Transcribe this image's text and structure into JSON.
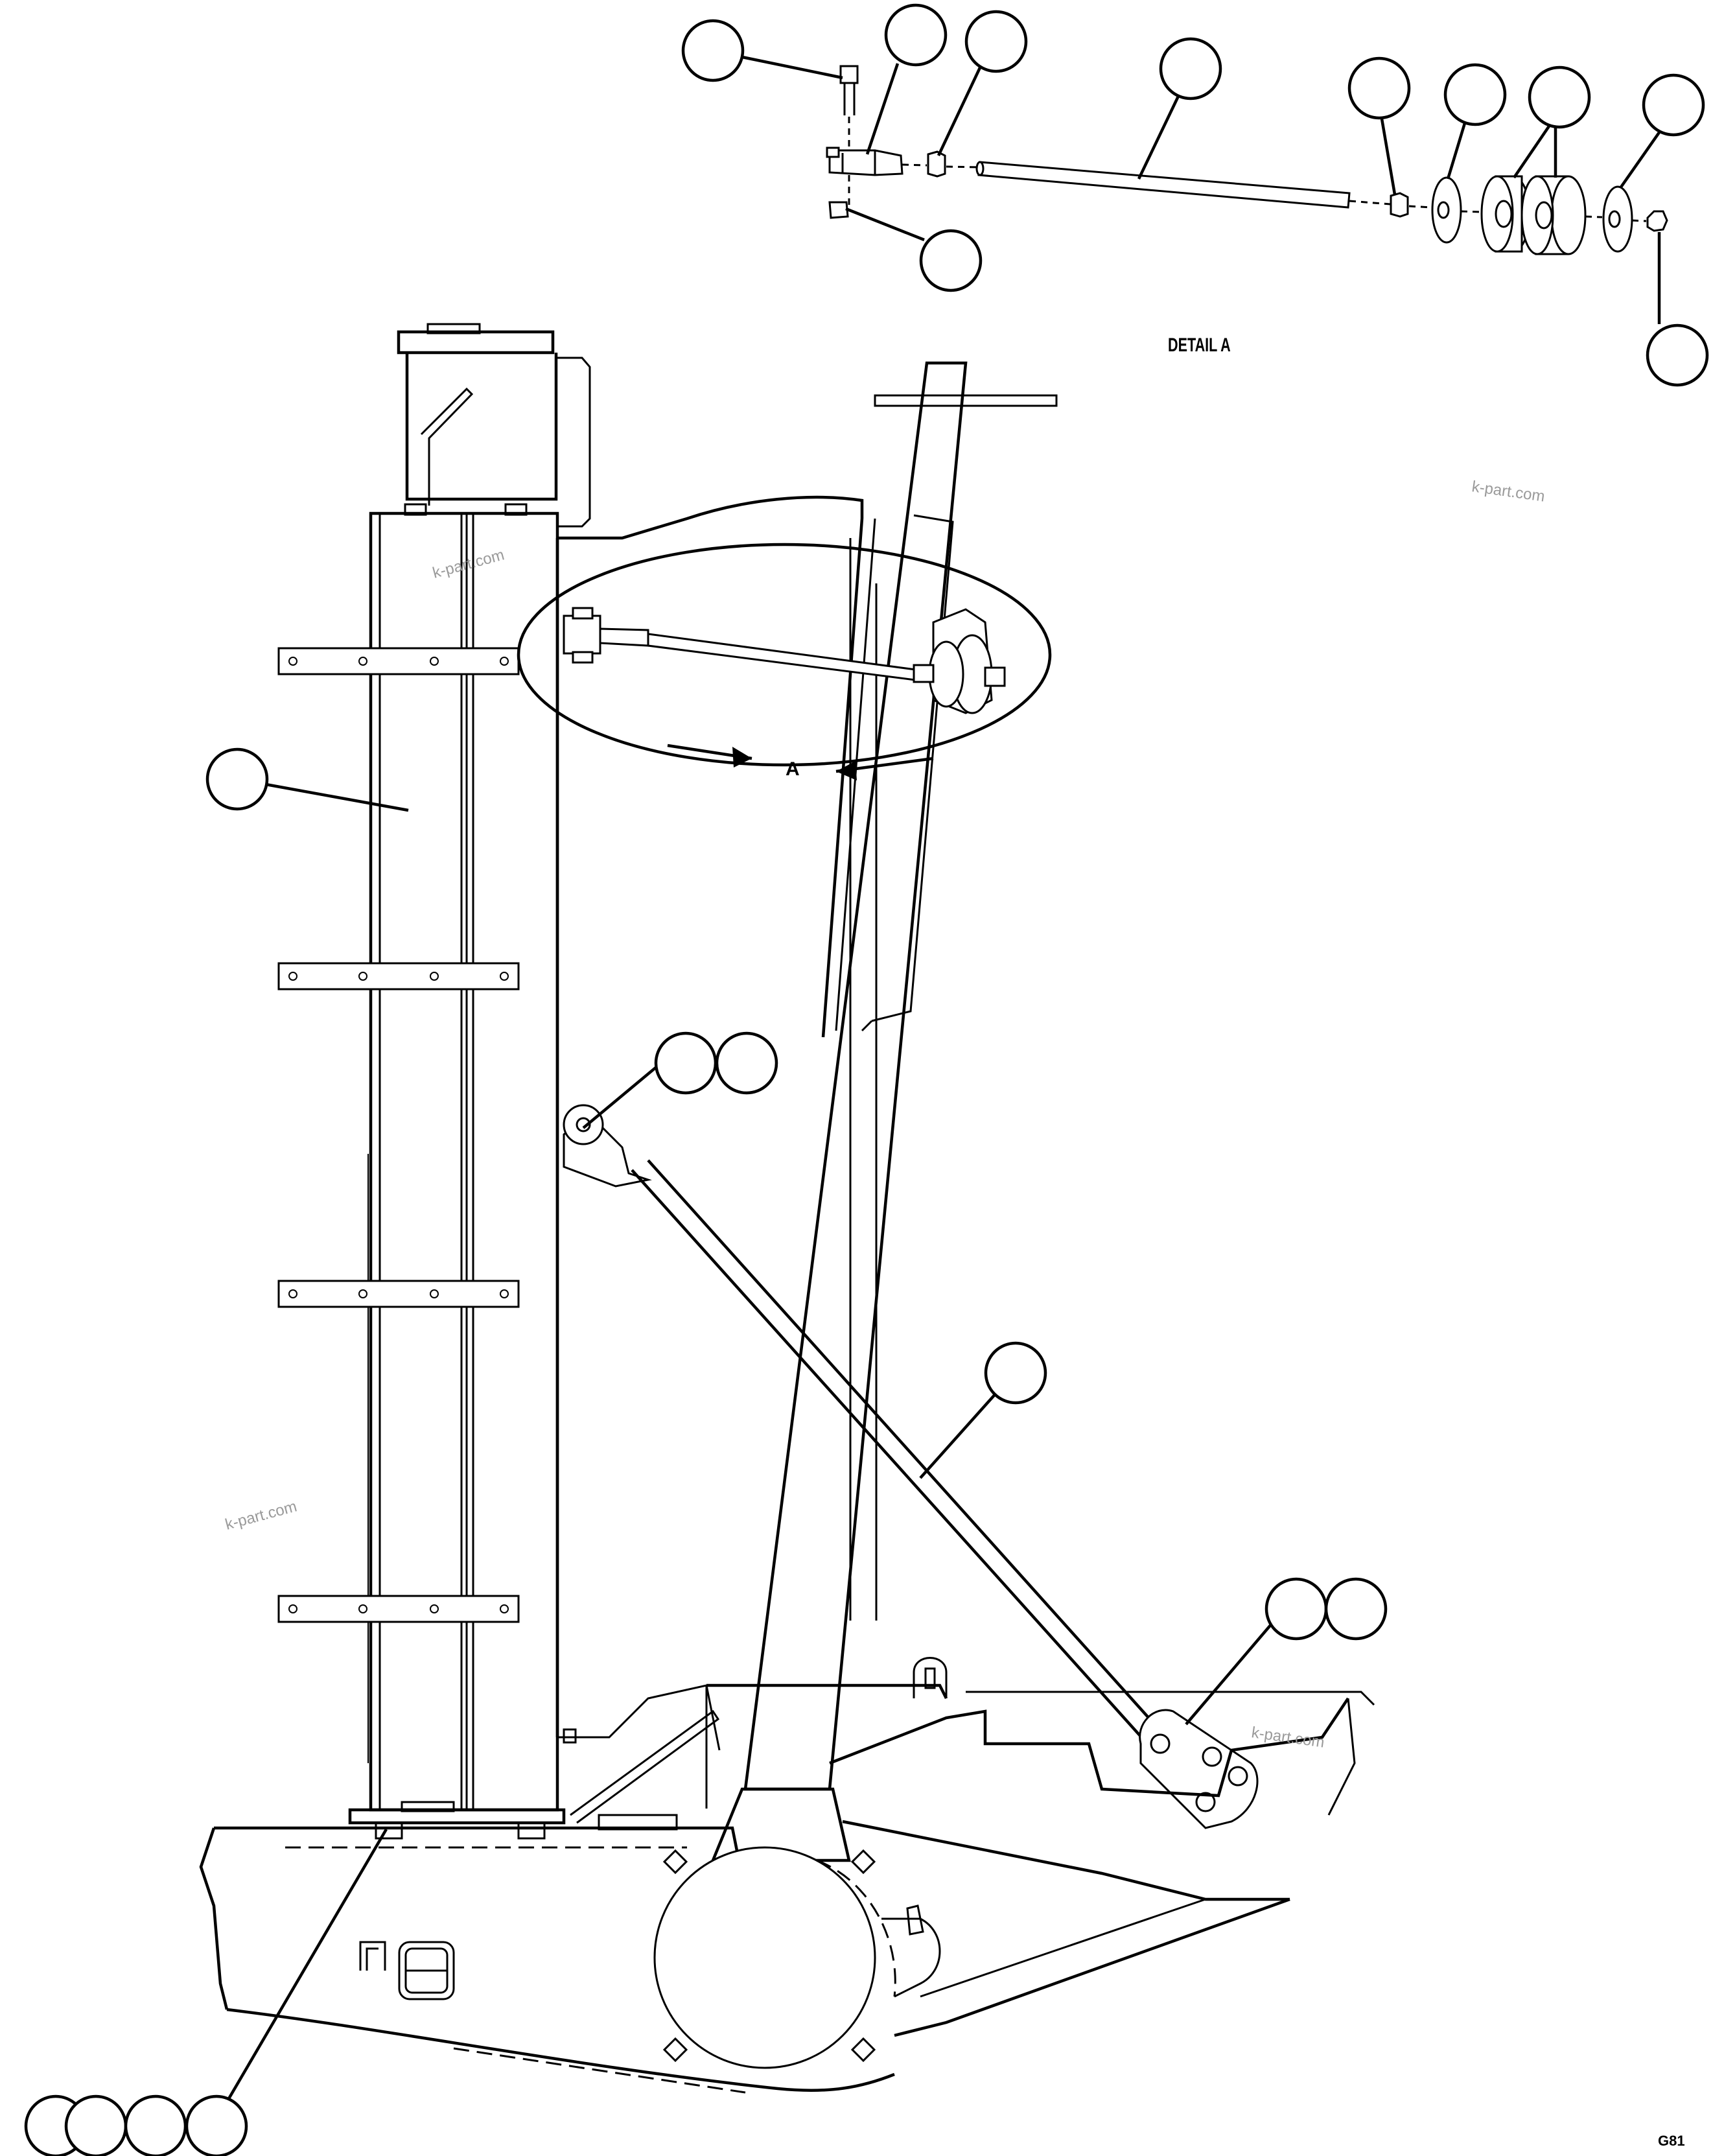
{
  "detail_label": "DETAIL A",
  "view_marker": "A",
  "sheet_code": "G81",
  "watermarks": [
    "k-part.com",
    "k-part.com",
    "k-part.com",
    "k-part.com"
  ]
}
